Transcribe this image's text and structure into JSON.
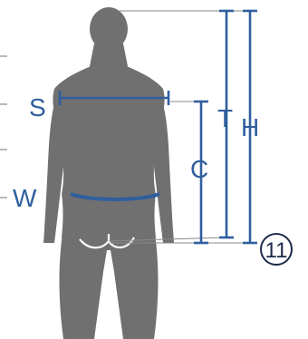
{
  "colors": {
    "body": "#707070",
    "measure": "#2f5e9e",
    "guide": "#8a8a8a",
    "badge": "#1c2b4a",
    "white": "#ffffff"
  },
  "labels": {
    "shoulder": "S",
    "waist": "W",
    "chest_back": "C",
    "torso": "T",
    "height": "H"
  },
  "badge": {
    "number": "11"
  }
}
